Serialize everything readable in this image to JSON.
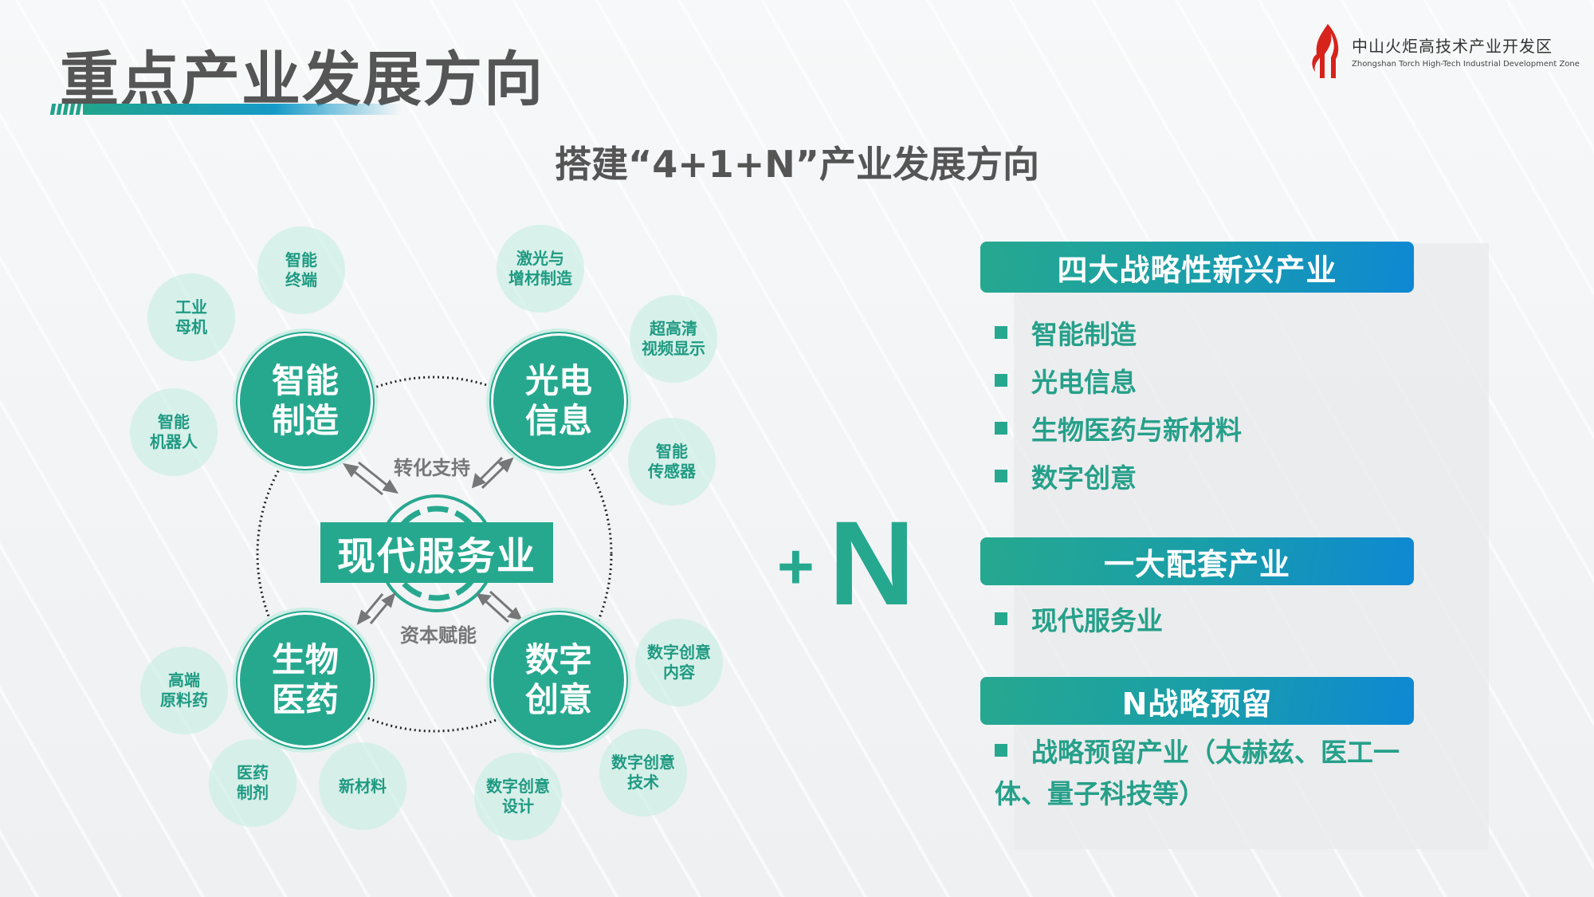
{
  "header": {
    "title": "重点产业发展方向",
    "logo": {
      "name_cn": "中山火炬高技术产业开发区",
      "name_en": "Zhongshan Torch High-Tech Industrial Development Zone",
      "icon": "torch-flame-icon",
      "color": "#d6231c"
    }
  },
  "subtitle": "搭建“4+1+N”产业发展方向",
  "diagram": {
    "hub": "现代服务业",
    "flow_labels": {
      "top": "转化支持",
      "bottom": "资本赋能"
    },
    "majors": [
      {
        "label": "智能\n制造",
        "line1": "智能",
        "line2": "制造",
        "subs": [
          "智能\n终端",
          "工业\n母机",
          "智能\n机器人"
        ]
      },
      {
        "label": "光电\n信息",
        "line1": "光电",
        "line2": "信息",
        "subs": [
          "激光与\n增材制造",
          "超高清\n视频显示",
          "智能\n传感器"
        ]
      },
      {
        "label": "生物\n医药",
        "line1": "生物",
        "line2": "医药",
        "subs": [
          "高端\n原料药",
          "医药\n制剂",
          "新材料"
        ]
      },
      {
        "label": "数字\n创意",
        "line1": "数字",
        "line2": "创意",
        "subs": [
          "数字创意\n内容",
          "数字创意\n技术",
          "数字创意\n设计"
        ]
      }
    ],
    "plus": "+",
    "n": "N"
  },
  "panel": {
    "sections": [
      {
        "header": "四大战略性新兴产业",
        "items": [
          "智能制造",
          "光电信息",
          "生物医药与新材料",
          "数字创意"
        ]
      },
      {
        "header": "一大配套产业",
        "items": [
          "现代服务业"
        ]
      },
      {
        "header": "N战略预留",
        "items": [
          "战略预留产业（太赫兹、医工一体、量子科技等）"
        ]
      }
    ]
  },
  "colors": {
    "primary_green": "#26a88f",
    "gradient_blue": "#0e88d4",
    "light_green": "#cdeee6",
    "title_gray": "#555555",
    "label_gray": "#777777"
  }
}
